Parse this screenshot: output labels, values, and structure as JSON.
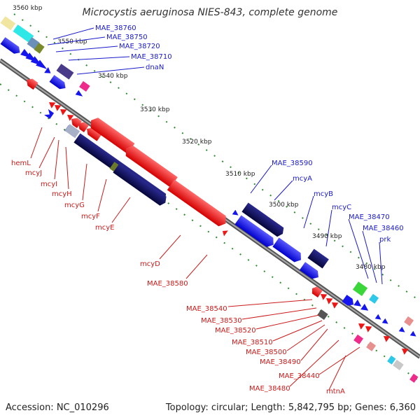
{
  "title": "Microcystis aeruginosa NIES-843, complete genome",
  "footer": {
    "accession": "Accession: NC_010296",
    "stats": "Topology: circular; Length: 5,842,795 bp; Genes: 6,360"
  },
  "kbp_ticks": [
    "3560 kbp",
    "3550 kbp",
    "3540 kbp",
    "3530 kbp",
    "3520 kbp",
    "3510 kbp",
    "3500 kbp",
    "3490 kbp",
    "3480 kbp"
  ],
  "upper_labels": [
    "MAE_38760",
    "MAE_38750",
    "MAE_38720",
    "MAE_38710",
    "dnaN",
    "MAE_38590",
    "mcyA",
    "mcyB",
    "mcyC",
    "MAE_38470",
    "MAE_38460",
    "prk"
  ],
  "lower_labels": [
    "hemL",
    "mcyJ",
    "mcyI",
    "mcyH",
    "mcyG",
    "mcyF",
    "mcyE",
    "mcyD",
    "MAE_38580",
    "MAE_38540",
    "MAE_38530",
    "MAE_38520",
    "MAE_38510",
    "MAE_38500",
    "MAE_38490",
    "MAE_38440",
    "MAE_38480",
    "mtnA"
  ],
  "colors": {
    "backbone": "#777777",
    "ticks": "#2e8b2e",
    "forward_gene": "#1515ee",
    "reverse_gene": "#ee1515",
    "nrps_dark": "#101070",
    "upper_label_color": "#1a1acc",
    "lower_label_color": "#cc1a1a"
  }
}
